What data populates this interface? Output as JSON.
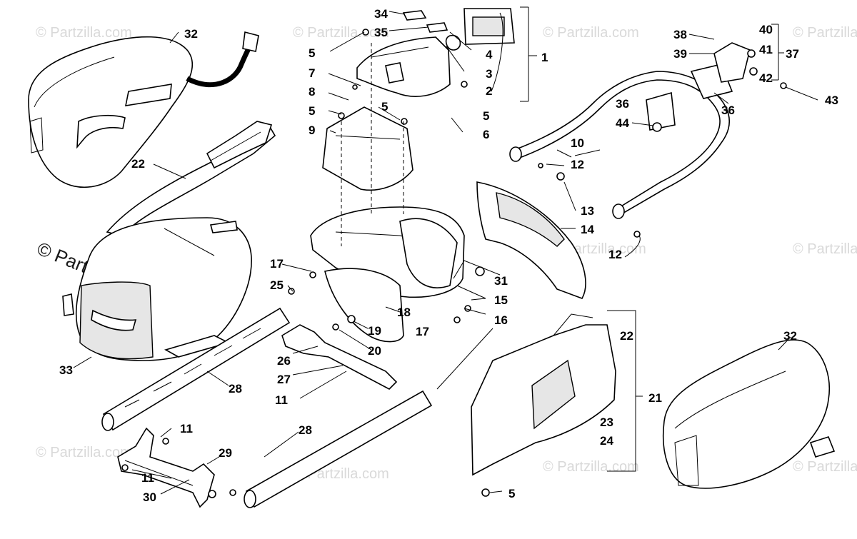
{
  "watermark": "© Partzilla.com",
  "callouts": [
    "1",
    "2",
    "3",
    "4",
    "5",
    "6",
    "7",
    "8",
    "9",
    "10",
    "11",
    "12",
    "13",
    "14",
    "15",
    "16",
    "17",
    "18",
    "19",
    "20",
    "21",
    "22",
    "23",
    "24",
    "25",
    "26",
    "27",
    "28",
    "29",
    "30",
    "31",
    "32",
    "33",
    "34",
    "35",
    "36",
    "37",
    "38",
    "39",
    "40",
    "41",
    "42",
    "43",
    "44"
  ]
}
